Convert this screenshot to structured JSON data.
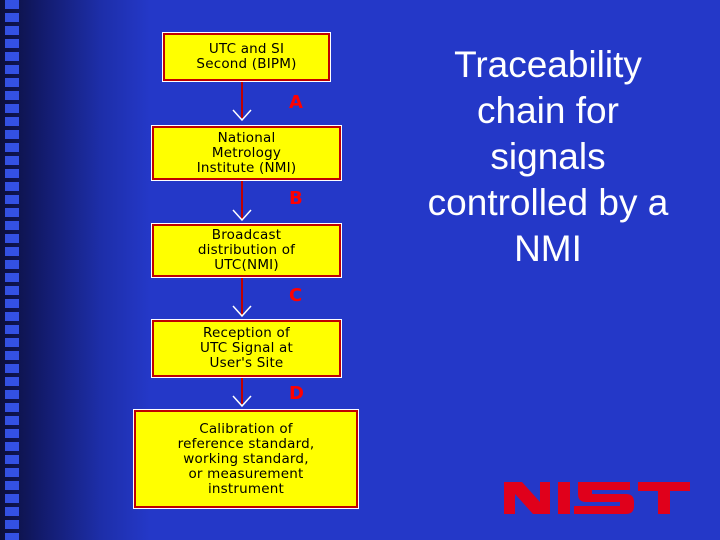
{
  "slide": {
    "title": "Traceability\nchain for\nsignals\ncontrolled by a\nNMI",
    "colors": {
      "background": "#2438c8",
      "box_fill": "#ffff00",
      "box_border": "#c00000",
      "letter_color": "#ff0000",
      "title_color": "#ffffff",
      "logo_color": "#e0001b"
    }
  },
  "flow": {
    "boxes": [
      "UTC and SI\nSecond (BIPM)",
      "National\nMetrology\nInstitute (NMI)",
      "Broadcast\ndistribution of\nUTC(NMI)",
      "Reception of\nUTC Signal at\nUser's Site",
      "Calibration of\nreference standard,\nworking standard,\nor measurement\ninstrument"
    ],
    "steps": [
      "A",
      "B",
      "C",
      "D"
    ]
  },
  "logo": {
    "text": "NIST",
    "icon": "nist-logo"
  }
}
